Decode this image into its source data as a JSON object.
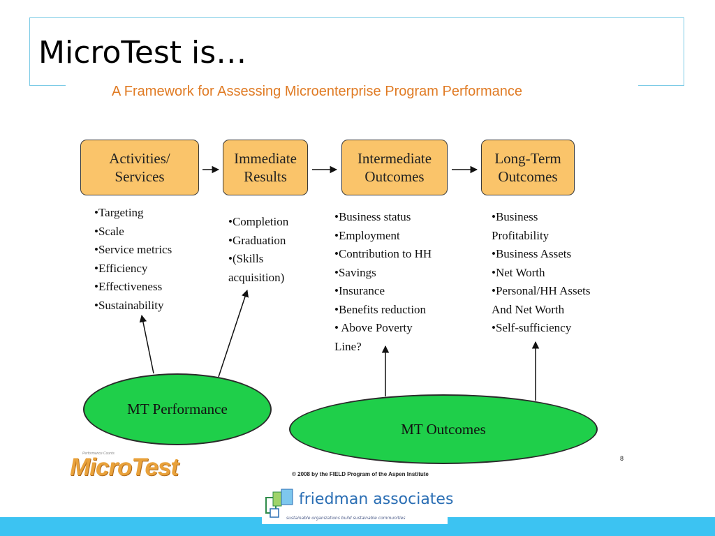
{
  "slide": {
    "title": "MicroTest is…",
    "subtitle": "A Framework for Assessing Microenterprise Program Performance"
  },
  "stages": [
    {
      "line1": "Activities/",
      "line2": "Services"
    },
    {
      "line1": "Immediate",
      "line2": "Results"
    },
    {
      "line1": "Intermediate",
      "line2": "Outcomes"
    },
    {
      "line1": "Long-Term",
      "line2": "Outcomes"
    }
  ],
  "lists": {
    "activities": [
      "Targeting",
      "Scale",
      "Service metrics",
      "Efficiency",
      "Effectiveness",
      "Sustainability"
    ],
    "immediate": [
      "Completion",
      "Graduation",
      "(Skills",
      "acquisition)"
    ],
    "intermediate": [
      "Business status",
      "Employment",
      "Contribution to HH",
      "Savings",
      "Insurance",
      "Benefits reduction",
      " Above Poverty",
      "Line?"
    ],
    "longterm": [
      "Business",
      "Profitability",
      "Business Assets",
      "Net Worth",
      "Personal/HH Assets",
      "And Net  Worth",
      "Self-sufficiency"
    ]
  },
  "ellipses": {
    "performance": "MT Performance",
    "outcomes": "MT Outcomes"
  },
  "footer": {
    "microtest_logo_text": "MicroTest",
    "microtest_tagline": "Performance Counts",
    "page_number": "8",
    "copyright": "© 2008 by the FIELD Program of the Aspen Institute",
    "friedman_name": "friedman associates",
    "friedman_tagline": "sustainable organizations build sustainable communities"
  },
  "colors": {
    "stage_fill": "#fac46a",
    "ellipse_fill": "#1fcf4a",
    "subtitle": "#e07b24",
    "accent_bar": "#3cc3f2",
    "title_border": "#7ccbe6"
  }
}
